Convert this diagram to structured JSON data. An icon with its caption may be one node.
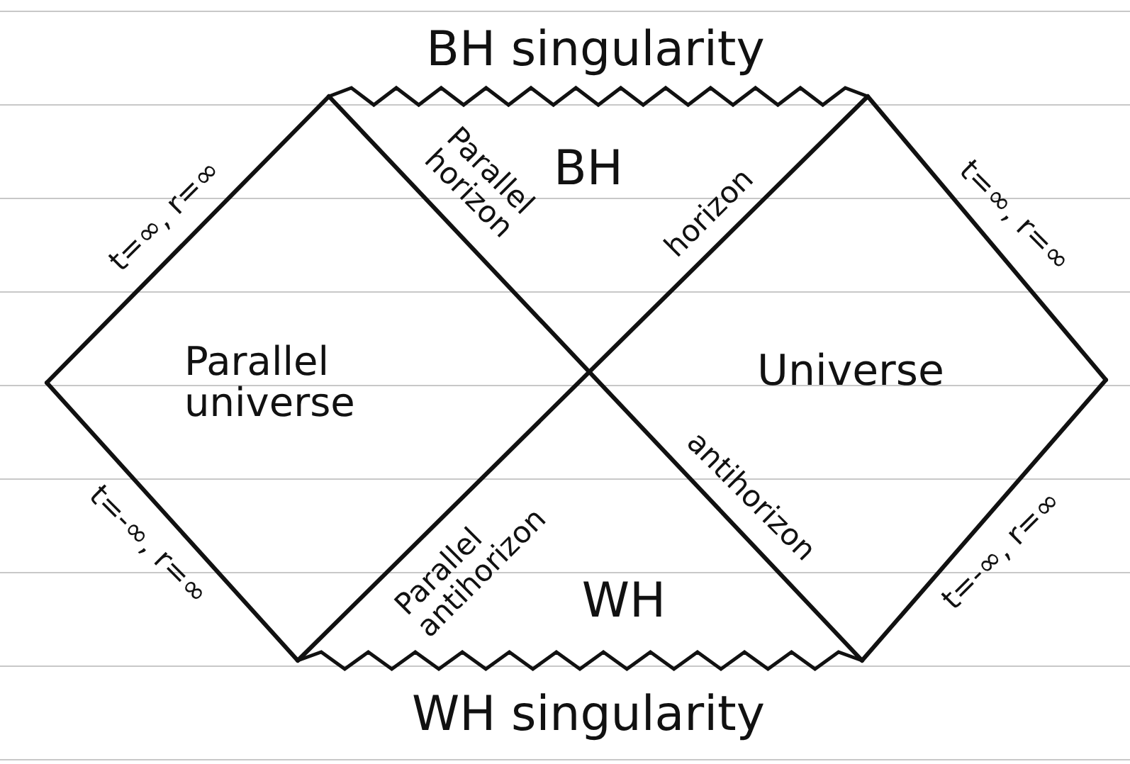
{
  "diagram": {
    "labels": [
      "BH singularity",
      "BH",
      "t=∞, r=∞",
      "Parallel horizon",
      "horizon",
      "t=∞, r=∞",
      "Parallel universe",
      "Universe",
      "t=-∞, r=∞",
      "Parallel antihorizon",
      "antihorizon",
      "WH",
      "t=-∞, r=∞",
      "WH singularity"
    ]
  }
}
